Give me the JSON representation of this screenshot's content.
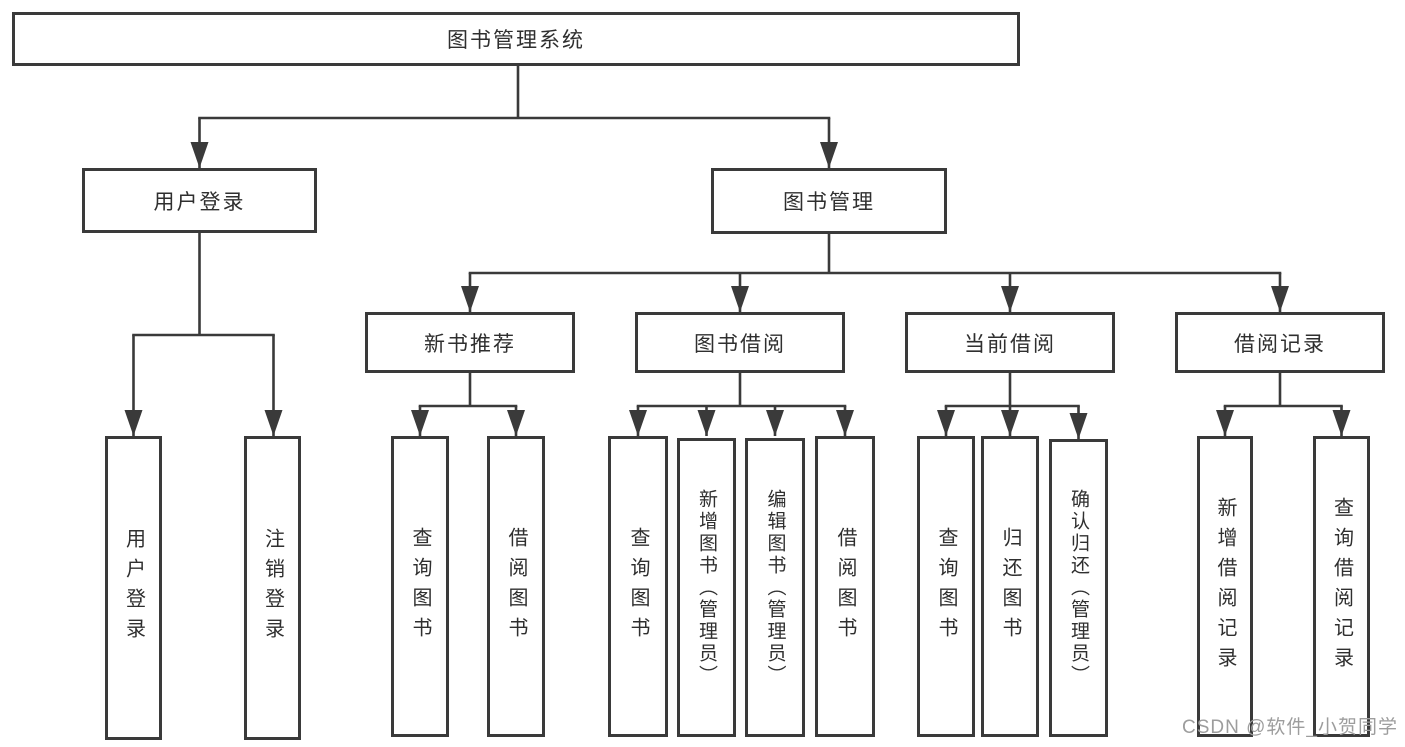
{
  "diagram_title": "图书管理系统",
  "colors": {
    "line": "#3a3a3a",
    "box_border": "#3a3a3a",
    "text": "#2f2f2f",
    "background": "#ffffff",
    "watermark": "#9d9d9d"
  },
  "tree": {
    "root": {
      "label": "图书管理系统",
      "children": [
        {
          "label": "用户登录",
          "children": [
            {
              "label": "用户登录"
            },
            {
              "label": "注销登录"
            }
          ]
        },
        {
          "label": "图书管理",
          "children": [
            {
              "label": "新书推荐",
              "children": [
                {
                  "label": "查询图书"
                },
                {
                  "label": "借阅图书"
                }
              ]
            },
            {
              "label": "图书借阅",
              "children": [
                {
                  "label": "查询图书"
                },
                {
                  "label": "新增图书（管理员）"
                },
                {
                  "label": "编辑图书（管理员）"
                },
                {
                  "label": "借阅图书"
                }
              ]
            },
            {
              "label": "当前借阅",
              "children": [
                {
                  "label": "查询图书"
                },
                {
                  "label": "归还图书"
                },
                {
                  "label": "确认归还（管理员）"
                }
              ]
            },
            {
              "label": "借阅记录",
              "children": [
                {
                  "label": "新增借阅记录"
                },
                {
                  "label": "查询借阅记录"
                }
              ]
            }
          ]
        }
      ]
    }
  },
  "watermark": {
    "text": "CSDN @软件_小贺同学"
  }
}
